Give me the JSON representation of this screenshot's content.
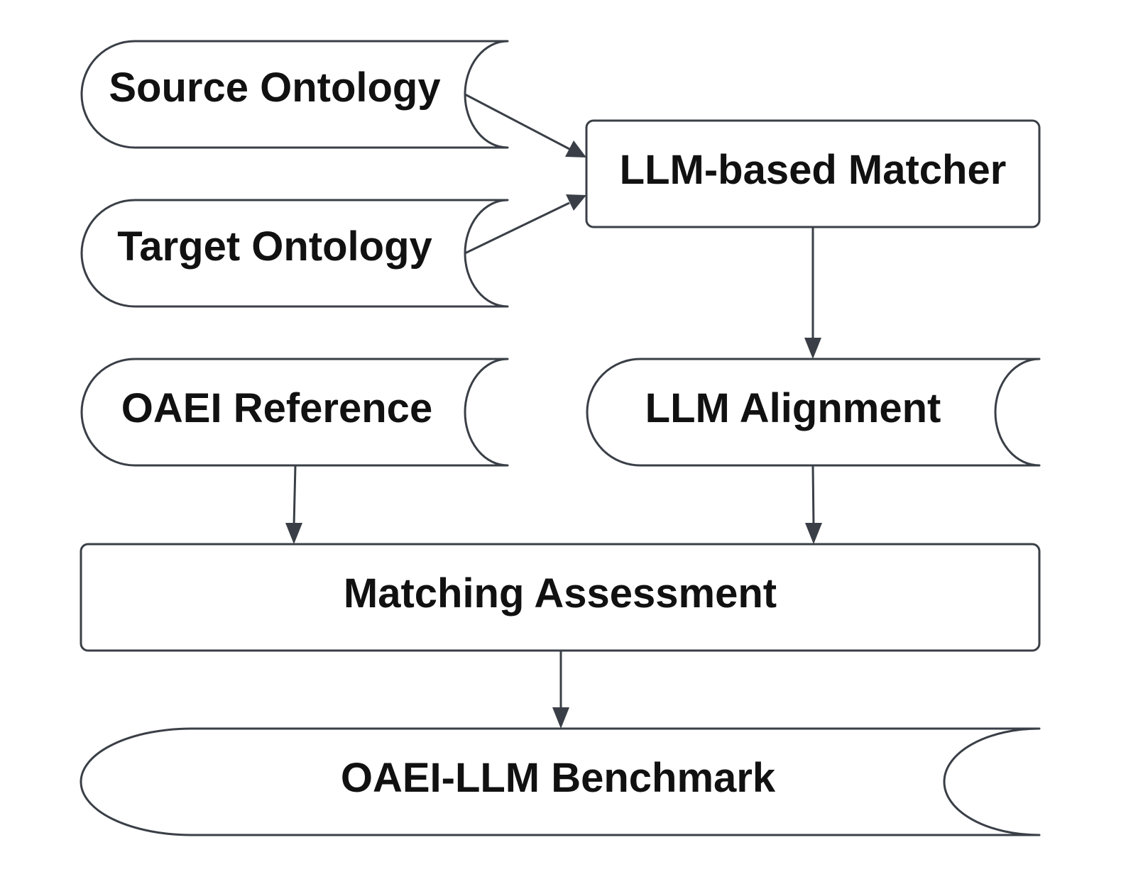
{
  "nodes": {
    "source_ontology": "Source Ontology",
    "target_ontology": "Target Ontology",
    "llm_matcher": "LLM-based Matcher",
    "oaei_reference": "OAEI Reference",
    "llm_alignment": "LLM Alignment",
    "matching_assessment": "Matching Assessment",
    "oaei_llm_benchmark": "OAEI-LLM Benchmark"
  },
  "edges": [
    {
      "from": "Source Ontology",
      "to": "LLM-based Matcher"
    },
    {
      "from": "Target Ontology",
      "to": "LLM-based Matcher"
    },
    {
      "from": "LLM-based Matcher",
      "to": "LLM Alignment"
    },
    {
      "from": "OAEI Reference",
      "to": "Matching Assessment"
    },
    {
      "from": "LLM Alignment",
      "to": "Matching Assessment"
    },
    {
      "from": "Matching Assessment",
      "to": "OAEI-LLM Benchmark"
    }
  ]
}
